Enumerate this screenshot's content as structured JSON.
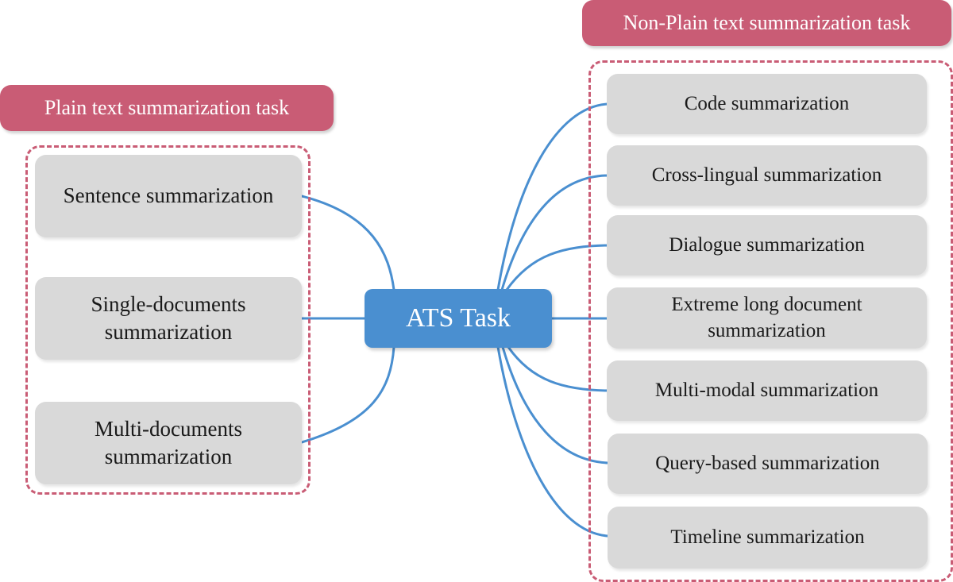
{
  "center": {
    "label": "ATS Task"
  },
  "left_group": {
    "title": "Plain text summarization task",
    "items": [
      "Sentence summarization",
      "Single-documents\nsummarization",
      "Multi-documents\nsummarization"
    ]
  },
  "right_group": {
    "title": "Non-Plain text summarization task",
    "items": [
      "Code summarization",
      "Cross-lingual summarization",
      "Dialogue summarization",
      "Extreme long document\nsummarization",
      "Multi-modal summarization",
      "Query-based summarization",
      "Timeline summarization"
    ]
  },
  "colors": {
    "title_bg": "#c95c75",
    "frame": "#c95c75",
    "center_bg": "#4a8fd0",
    "connector": "#4a8fd0",
    "node_bg": "#d9d9d9"
  }
}
